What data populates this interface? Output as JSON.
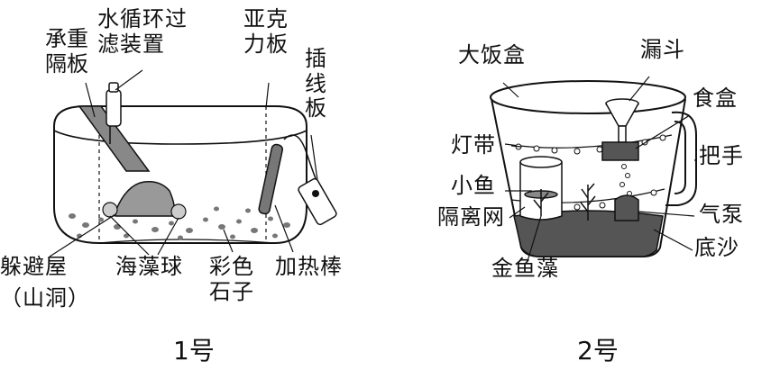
{
  "panel1": {
    "labels": {
      "partition": "承重\n隔板",
      "filter": "水循环过\n滤装置",
      "acrylic": "亚克\n力板",
      "power_strip": "插\n线\n板",
      "shelter": "躲避屋",
      "shelter_note": "（山洞）",
      "moss_ball": "海藻球",
      "stones": "彩色\n石子",
      "heater": "加热棒"
    },
    "caption": "1号"
  },
  "panel2": {
    "labels": {
      "rice_cooker": "大饭盒",
      "funnel": "漏斗",
      "food_box": "食盒",
      "light_strip": "灯带",
      "handle": "把手",
      "small_fish": "小鱼",
      "isolation_net": "隔离网",
      "air_pump": "气泵",
      "sand": "底沙",
      "goldfish_weed": "金鱼藻"
    },
    "caption": "2号"
  }
}
